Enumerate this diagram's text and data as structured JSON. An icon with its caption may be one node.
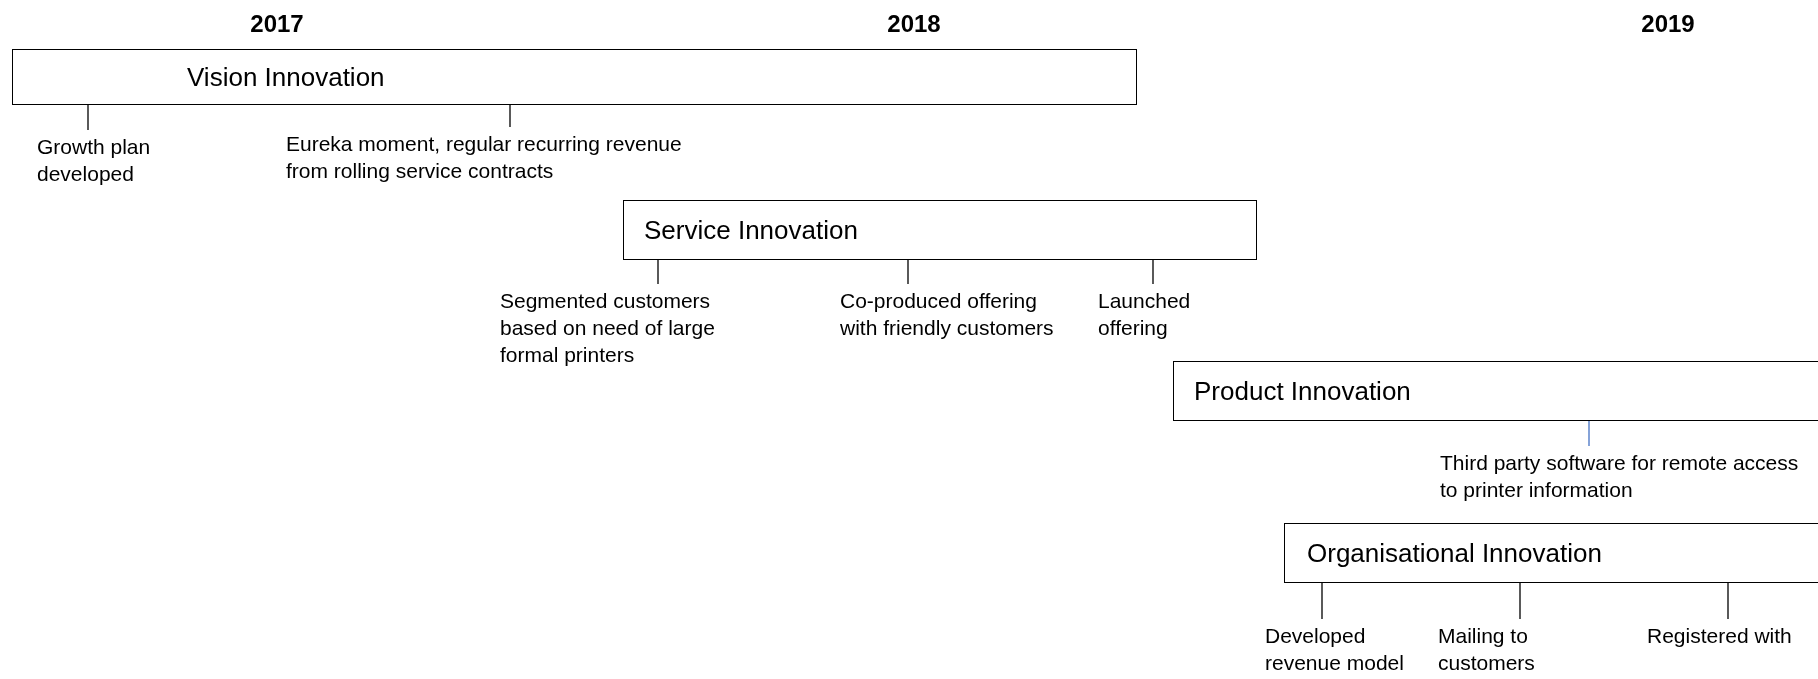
{
  "diagram": {
    "nodes": [
      {
        "text": [
          "Vision Innovation"
        ]
      },
      {
        "text": [
          "Growth plan developed"
        ]
      },
      {
        "text": [
          "Eureka moment, regular recurring revenue from rolling service contracts"
        ]
      },
      {
        "text": [
          "Service Innovation"
        ]
      },
      {
        "text": [
          "Segmented customers based on need of large formal printers"
        ]
      },
      {
        "text": [
          "Co-produced offering with friendly customers"
        ]
      },
      {
        "text": [
          "Launched offering"
        ]
      },
      {
        "text": [
          "Product Innovation"
        ]
      },
      {
        "text": [
          "Third party software for remote access to printer information"
        ]
      },
      {
        "text": [
          "Organisational Innovation"
        ]
      },
      {
        "text": [
          "Developed revenue model"
        ]
      },
      {
        "text": [
          "Mailing to customers"
        ]
      },
      {
        "text": [
          "Registered with"
        ]
      }
    ],
    "edges": [
      {
        "from": 0,
        "to": 1,
        "arrow": "none"
      },
      {
        "from": 0,
        "to": 2,
        "arrow": "none"
      },
      {
        "from": 3,
        "to": 4,
        "arrow": "none"
      },
      {
        "from": 3,
        "to": 5,
        "arrow": "none"
      },
      {
        "from": 3,
        "to": 6,
        "arrow": "none"
      },
      {
        "from": 7,
        "to": 8,
        "arrow": "none",
        "color": "#4472c4"
      },
      {
        "from": 9,
        "to": 10,
        "arrow": "none"
      },
      {
        "from": 9,
        "to": 11,
        "arrow": "none"
      },
      {
        "from": 9,
        "to": 12,
        "arrow": "none"
      }
    ],
    "labels": [
      "2017",
      "2018",
      "2019"
    ]
  }
}
